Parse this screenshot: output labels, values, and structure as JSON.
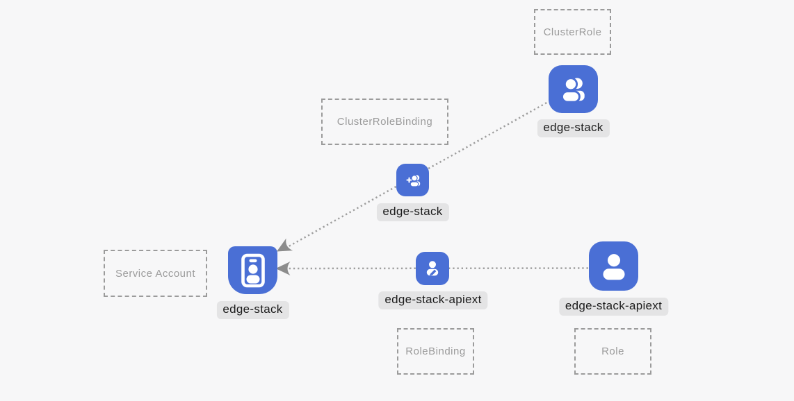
{
  "diagram": {
    "type_boxes": {
      "cluster_role": "ClusterRole",
      "cluster_role_binding": "ClusterRoleBinding",
      "service_account": "Service Account",
      "role_binding": "RoleBinding",
      "role": "Role"
    },
    "nodes": {
      "cluster_role": {
        "label": "edge-stack",
        "icon": "users-icon",
        "kind": "ClusterRole"
      },
      "cluster_role_binding": {
        "label": "edge-stack",
        "icon": "user-plus-icon",
        "kind": "ClusterRoleBinding"
      },
      "service_account": {
        "label": "edge-stack",
        "icon": "id-badge-icon",
        "kind": "Service Account"
      },
      "role_binding": {
        "label": "edge-stack-apiext",
        "icon": "user-edit-icon",
        "kind": "RoleBinding"
      },
      "role": {
        "label": "edge-stack-apiext",
        "icon": "user-icon",
        "kind": "Role"
      }
    },
    "edges": [
      {
        "from": "cluster_role",
        "via": "cluster_role_binding",
        "to": "service_account",
        "style": "dotted",
        "arrowhead": "at-service-account"
      },
      {
        "from": "role",
        "via": "role_binding",
        "to": "service_account",
        "style": "dotted",
        "arrowhead": "at-service-account"
      }
    ],
    "colors": {
      "background": "#f7f7f8",
      "node_fill": "#4a6fd5",
      "glyph": "#ffffff",
      "dashed_box_border": "#9b9b9b",
      "dashed_box_text": "#9b9b9b",
      "edge_dots": "#9e9e9e",
      "arrowhead": "#8c8c8c",
      "label_bg": "#e4e4e5",
      "label_text": "#1c1c1c"
    }
  }
}
